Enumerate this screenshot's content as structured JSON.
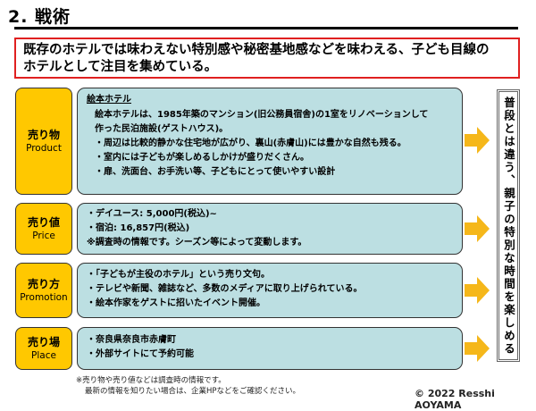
{
  "title": "2. 戦術",
  "headline": {
    "line1": "既存のホテルでは味わえない特別感や秘密基地感などを味わえる、子ども目線の",
    "line2": "ホテルとして注目を集めている。"
  },
  "sections": [
    {
      "label_jp": "売り物",
      "label_en": "Product",
      "heading": "絵本ホテル",
      "lines": [
        "絵本ホテルは、1985年築のマンション(旧公務員宿舎)の1室をリノベーションして",
        "作った民泊施設(ゲストハウス)。",
        "・周辺は比較的静かな住宅地が広がり、裏山(赤膚山)には豊かな自然も残る。",
        "・室内には子どもが楽しめるしかけが盛りだくさん。",
        "・扉、洗面台、お手洗い等、子どもにとって使いやすい設計"
      ]
    },
    {
      "label_jp": "売り値",
      "label_en": "Price",
      "lines": [
        "・デイユース:  5,000円(税込)~",
        "・宿泊:  16,857円(税込)",
        "※調査時の情報です。シーズン等によって変動します。"
      ]
    },
    {
      "label_jp": "売り方",
      "label_en": "Promotion",
      "lines": [
        "・「子どもが主役のホテル」という売り文句。",
        "・テレビや新聞、雑誌など、多数のメディアに取り上げられている。",
        "・絵本作家をゲストに招いたイベント開催。"
      ]
    },
    {
      "label_jp": "売り場",
      "label_en": "Place",
      "lines": [
        "・奈良県奈良市赤膚町",
        "・外部サイトにて予約可能"
      ]
    }
  ],
  "conclusion": "普段とは違う、親子の特別な時間を楽しめる",
  "footnote": {
    "line1": "※売り物や売り値などは調査時の情報です。",
    "line2": "最新の情報を知りたい場合は、企業HPなどをご確認ください。"
  },
  "copyright": "© 2022 Resshi AOYAMA",
  "colors": {
    "label_fill": "#ffc800",
    "content_fill": "#bcdfe2",
    "headline_border": "#e02020",
    "arrow": "#f5b71a"
  }
}
